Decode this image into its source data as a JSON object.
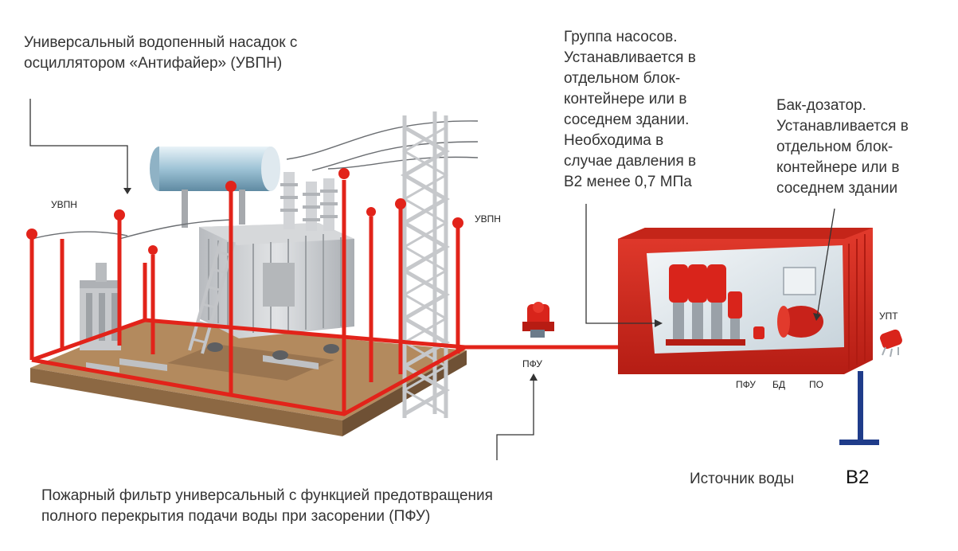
{
  "callouts": {
    "nozzle": "Универсальный водопенный насадок с\nосциллятором «Антифайер» (УВПН)",
    "pumps": "Группа насосов.\nУстанавливается в\nотдельном блок-\nконтейнере или в\nсоседнем здании.\nНеобходима в\nслучае давления в\nВ2 менее 0,7 МПа",
    "tank": "Бак-дозатор.\nУстанавливается в\nотдельном блок-\nконтейнере или в\nсоседнем здании",
    "filter": "Пожарный фильтр универсальный с функцией предотвращения\nполного перекрытия подачи воды при засорении (ПФУ)"
  },
  "labels": {
    "uvpn_left": "УВПН",
    "uvpn_right": "УВПН",
    "pfu_pipe": "ПФУ",
    "upt": "УПТ",
    "pfu_box": "ПФУ",
    "bd_box": "БД",
    "po_box": "ПО",
    "water_source": "Источник воды",
    "b2": "В2"
  },
  "colors": {
    "fire_red": "#e2231a",
    "container_red": "#d9281e",
    "steel_grey": "#c9cbce",
    "wood": "#a07850",
    "water_source_blue": "#1f3c8a",
    "leader_line": "#333333"
  }
}
